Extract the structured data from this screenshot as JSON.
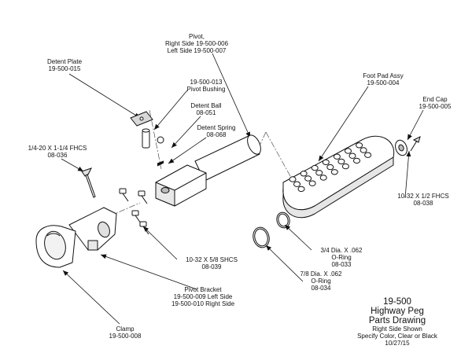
{
  "labels": {
    "pivot": [
      "Pivot,",
      "Right Side 19-500-006",
      "Left Side 19-500-007"
    ],
    "detent_plate": [
      "Detent Plate",
      "19-500-015"
    ],
    "pivot_bushing": [
      "19-500-013",
      "Pivot Bushing"
    ],
    "detent_ball": [
      "Detent Ball",
      "08-051"
    ],
    "detent_spring": [
      "Detent Spring",
      "08-068"
    ],
    "fhcs_long": [
      "1/4-20 X 1-1/4 FHCS",
      "08-036"
    ],
    "foot_pad": [
      "Foot Pad Assy",
      "19-500-004"
    ],
    "end_cap": [
      "End Cap",
      "19-500-005"
    ],
    "fhcs_short": [
      "10-32 X 1/2 FHCS",
      "08-038"
    ],
    "shcs": [
      "10-32 X 5/8 SHCS",
      "08-039"
    ],
    "oring_34": [
      "3/4 Dia. X .062",
      "O-Ring",
      "08-033"
    ],
    "oring_78": [
      "7/8 Dia. X .062",
      "O-Ring",
      "08-034"
    ],
    "pivot_bracket": [
      "Pivot Bracket",
      "19-500-009 Left Side",
      "19-500-010 Right Side"
    ],
    "clamp": [
      "Clamp",
      "19-500-008"
    ]
  },
  "title_block": {
    "part_number": "19-500",
    "name": "Highway Peg",
    "drawing": "Parts Drawing",
    "side": "Right Side Shown",
    "finish": "Specify Color, Clear or Black",
    "date": "10/27/15"
  }
}
